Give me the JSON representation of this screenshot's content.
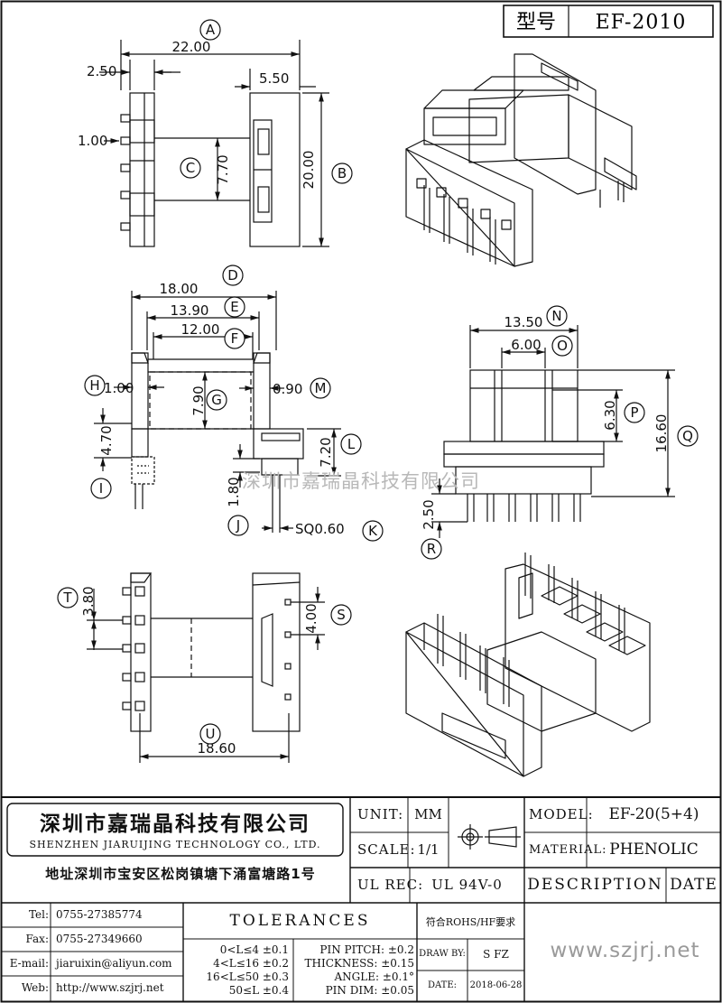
{
  "header": {
    "model_label": "型号",
    "model_value": "EF-2010"
  },
  "dims": {
    "A": "22.00",
    "a_left": "2.50",
    "a_right": "5.50",
    "a_pin": "1.00",
    "C": "7.70",
    "B": "20.00",
    "D": "18.00",
    "E": "13.90",
    "F": "12.00",
    "H": "1.00",
    "M": "0.90",
    "G": "7.90",
    "I": "4.70",
    "L": "7.20",
    "J": "1.80",
    "K": "SQ0.60",
    "N": "13.50",
    "O": "6.00",
    "P": "6.30",
    "Q": "16.60",
    "R": "2.50",
    "T": "3.80",
    "S": "4.00",
    "U": "18.60"
  },
  "letters": [
    "A",
    "B",
    "C",
    "D",
    "E",
    "F",
    "G",
    "H",
    "I",
    "J",
    "K",
    "L",
    "M",
    "N",
    "O",
    "P",
    "Q",
    "R",
    "S",
    "T",
    "U"
  ],
  "watermark": "深圳市嘉瑞晶科技有限公司",
  "title_block": {
    "company_cn": "深圳市嘉瑞晶科技有限公司",
    "company_en": "SHENZHEN JIARUIJING TECHNOLOGY CO., LTD.",
    "address": "地址深圳市宝安区松岗镇塘下涌富塘路1号",
    "unit_label": "UNIT:",
    "unit_value": "MM",
    "scale_label": "SCALE:",
    "scale_value": "1/1",
    "model_label": "MODEL:",
    "model_value": "EF-20(5+4)",
    "material_label": "MATERIAL:",
    "material_value": "PHENOLIC",
    "ulrec_label": "UL REC:",
    "ulrec_value": "UL 94V-0",
    "description": "DESCRIPTION",
    "date_header": "DATE",
    "tel_label": "Tel:",
    "tel": "0755-27385774",
    "fax_label": "Fax:",
    "fax": "0755-27349660",
    "email_label": "E-mail:",
    "email": "jiaruixin@aliyun.com",
    "web_label": "Web:",
    "web": "http://www.szjrj.net",
    "tolerances": "TOLERANCES",
    "rohs": "符合ROHS/HF要求",
    "tol_1": "0<L≤4 ±0.1",
    "tol_2": "4<L≤16 ±0.2",
    "tol_3": "16<L≤50 ±0.3",
    "tol_4": "50≤L ±0.4",
    "pin_pitch": "PIN PITCH: ±0.2",
    "thickness": "THICKNESS: ±0.15",
    "angle": "ANGLE: ±0.1°",
    "pin_dim": "PIN DIM: ±0.05",
    "draw_by_label": "DRAW BY:",
    "draw_by": "S FZ",
    "date_label": "DATE:",
    "date": "2018-06-28",
    "website_big": "www.szjrj.net"
  },
  "colors": {
    "ink": "#111111",
    "watermark": "#b8b8b8"
  }
}
